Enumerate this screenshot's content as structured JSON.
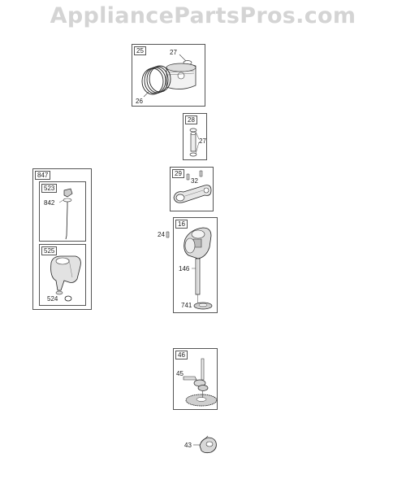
{
  "watermark": "AppliancePartsPros.com",
  "diagram": {
    "piston_group": {
      "tag": "25",
      "labels": {
        "ring": "27",
        "ring_set": "26"
      }
    },
    "piston_pin_group": {
      "tag": "28",
      "labels": {
        "clip": "27"
      }
    },
    "connecting_rod_group": {
      "tag": "29",
      "labels": {
        "screw": "32"
      }
    },
    "crankshaft_group": {
      "tag": "16",
      "labels": {
        "key": "24",
        "part_146": "146",
        "gear": "741"
      }
    },
    "oil_fill_group": {
      "tag": "847",
      "dipstick_group": {
        "tag": "523",
        "labels": {
          "seal": "842"
        }
      },
      "tube_group": {
        "tag": "525",
        "labels": {
          "oring": "524"
        }
      }
    },
    "camshaft_group": {
      "tag": "46",
      "labels": {
        "lifter": "45"
      }
    },
    "part_43": {
      "label": "43"
    }
  }
}
